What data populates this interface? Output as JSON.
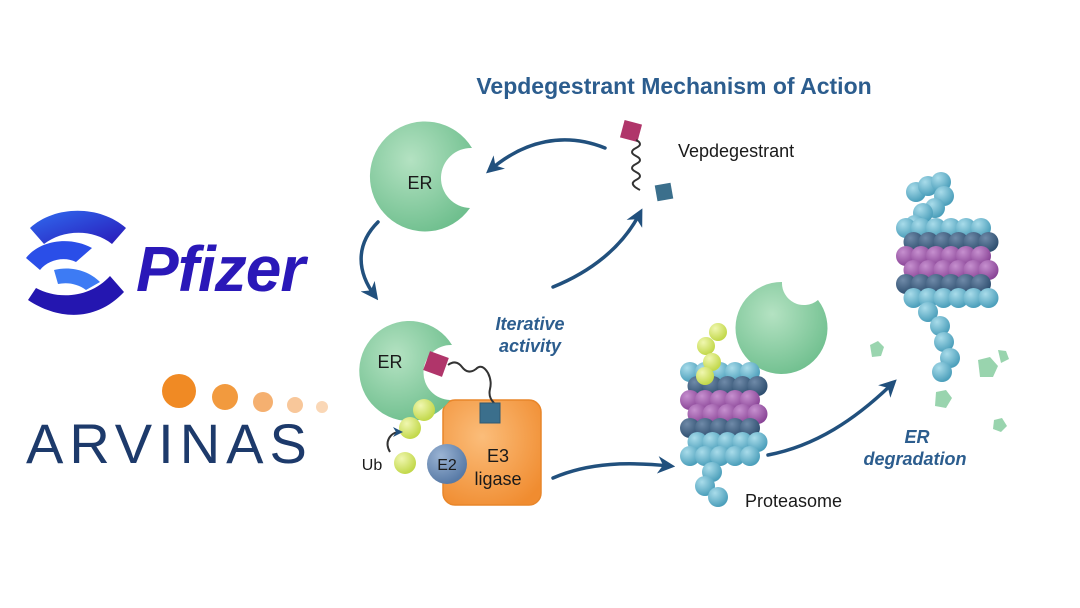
{
  "diagram": {
    "title": "Vepdegestrant Mechanism of Action",
    "labels": {
      "er_top": "ER",
      "er_complex": "ER",
      "vepdegestrant": "Vepdegestrant",
      "iterative_line1": "Iterative",
      "iterative_line2": "activity",
      "e3_line1": "E3",
      "e3_line2": "ligase",
      "e2": "E2",
      "ub": "Ub",
      "proteasome": "Proteasome",
      "degradation_line1": "ER",
      "degradation_line2": "degradation"
    }
  },
  "logos": {
    "pfizer": "Pfizer",
    "arvinas": "ARVINAS"
  },
  "colors": {
    "title": "#2c5d8e",
    "arrow": "#21507d",
    "er_green": "#8fd0a6",
    "warhead": "#b0356a",
    "anchor": "#3b6f8c",
    "e3_orange": "#f7a04a",
    "ub_yellow": "#d6e86a",
    "e2_blue": "#6f8fb8",
    "proteasome_cyan": "#6ab4cc",
    "proteasome_navy": "#3d5f80",
    "proteasome_purple": "#9b5aa6",
    "pfizer_blue": "#1f3fd6",
    "arvinas_navy": "#1d3a6b",
    "arvinas_orange": "#f08a24"
  }
}
